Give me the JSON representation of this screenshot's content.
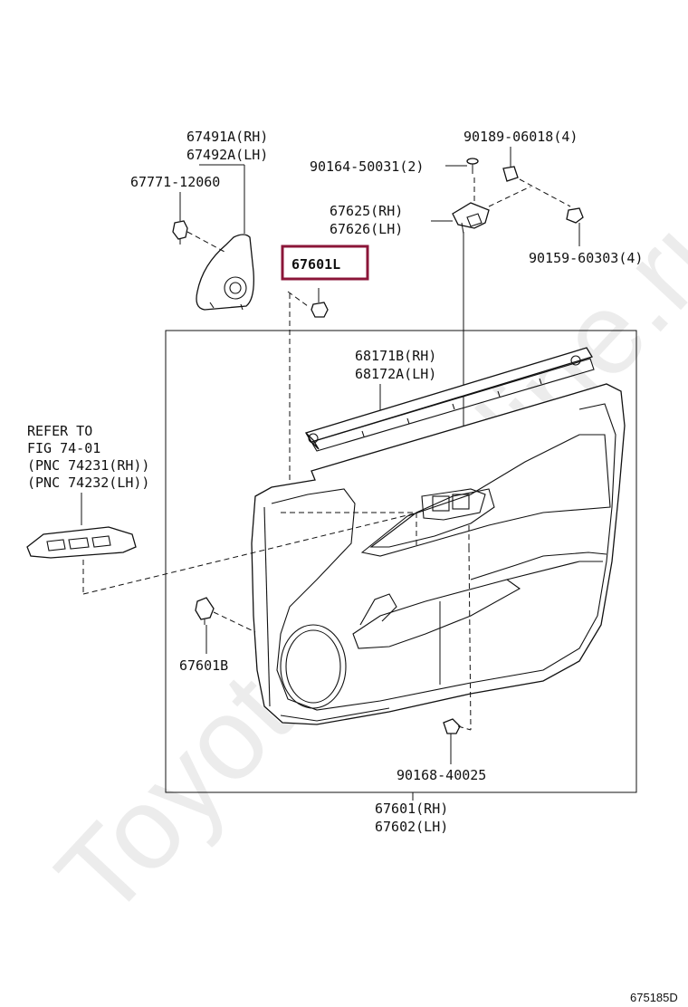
{
  "labels": {
    "tweeter_rh": "67491A(RH)",
    "tweeter_lh": "67492A(LH)",
    "clip_67771": "67771-12060",
    "screw_90164": "90164-50031(2)",
    "nut_90189": "90189-06018(4)",
    "hinge_rh": "67625(RH)",
    "hinge_lh": "67626(LH)",
    "highlighted_part": "67601L",
    "clip_90159": "90159-60303(4)",
    "weatherstrip_rh": "68171B(RH)",
    "weatherstrip_lh": "68172A(LH)",
    "refer_line1": "REFER TO",
    "refer_line2": "FIG 74-01",
    "refer_line3": "(PNC 74231(RH))",
    "refer_line4": "(PNC 74232(LH))",
    "clip_67601b": "67601B",
    "screw_90168": "90168-40025",
    "panel_rh": "67601(RH)",
    "panel_lh": "67602(LH)",
    "figure_code": "675185D"
  },
  "watermark": "Toyota-Autoline.ru",
  "colors": {
    "highlight_border": "#8b1538",
    "line": "#111111",
    "watermark": "#bdbdbd"
  }
}
